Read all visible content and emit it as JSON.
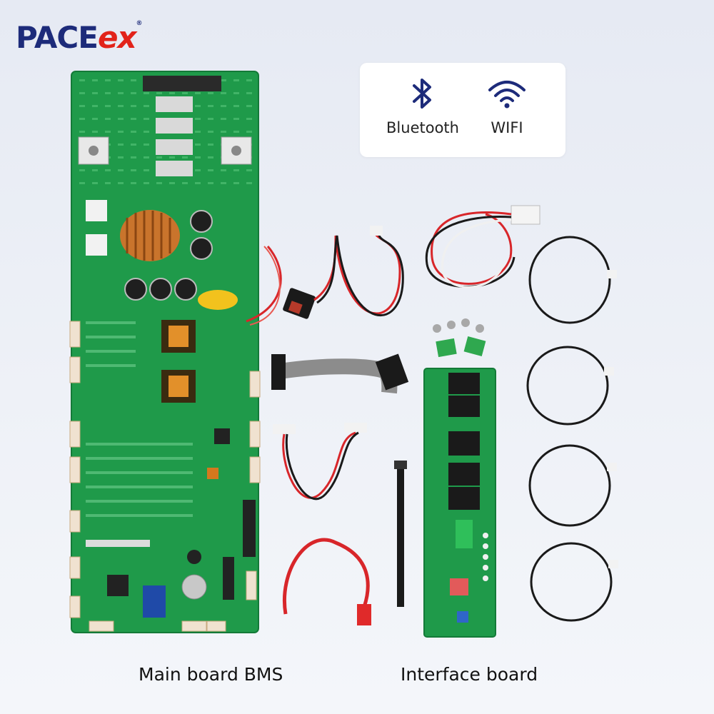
{
  "brand": {
    "logo_main": "PACE",
    "logo_accent": "ex",
    "registered_mark": "®"
  },
  "connectivity": {
    "items": [
      {
        "label": "Bluetooth",
        "icon": "bluetooth-icon"
      },
      {
        "label": "WIFI",
        "icon": "wifi-icon"
      }
    ],
    "icon_color": "#1d2b7a"
  },
  "captions": {
    "main_board": "Main board BMS",
    "interface_board": "Interface board"
  },
  "colors": {
    "pcb_green": "#1f9a4a",
    "wire_red": "#d8262a",
    "wire_black": "#1a1a1a",
    "brand_blue": "#1d2b7a",
    "brand_red": "#e2231a"
  }
}
